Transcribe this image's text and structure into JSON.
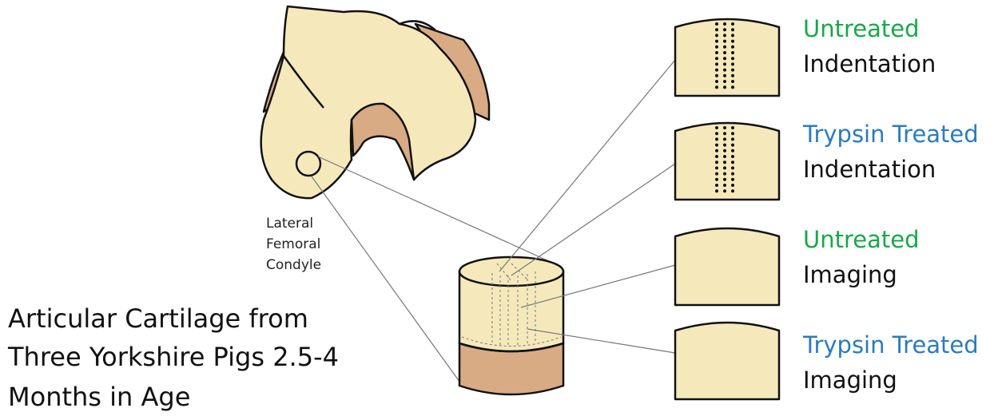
{
  "condyle_label": [
    "Lateral",
    "Femoral",
    "Condyle"
  ],
  "title": [
    "Articular Cartilage from",
    "Three Yorkshire Pigs 2.5-4",
    "Months in Age"
  ],
  "samples": [
    {
      "treatment": "Untreated",
      "method": "Indentation",
      "treatment_color": "#1aa64a",
      "dots": true
    },
    {
      "treatment": "Trypsin Treated",
      "method": "Indentation",
      "treatment_color": "#2b7bbd",
      "dots": true
    },
    {
      "treatment": "Untreated",
      "method": "Imaging",
      "treatment_color": "#1aa64a",
      "dots": false
    },
    {
      "treatment": "Trypsin Treated",
      "method": "Imaging",
      "treatment_color": "#2b7bbd",
      "dots": false
    }
  ],
  "colors": {
    "cartilage": "#f5e9bc",
    "bone": "#d8ab84",
    "outline": "#111111",
    "leader_line": "#777777"
  }
}
